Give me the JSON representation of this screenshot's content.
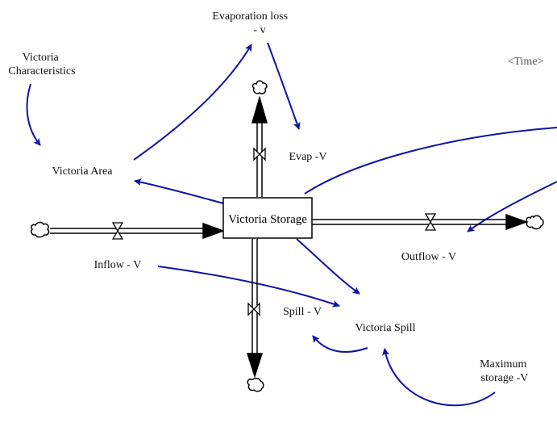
{
  "diagram": {
    "type": "stock-and-flow",
    "colors": {
      "link": "#0d14a8",
      "flow": "#000000",
      "stock_border": "#000000",
      "label": "#111111",
      "shadow_variable": "#555555"
    },
    "stock": {
      "id": "victoria_storage",
      "label": "Victoria Storage"
    },
    "flows": [
      {
        "id": "inflow",
        "label": "Inflow - V",
        "direction": "into-stock",
        "source": "cloud",
        "valve_icon": "valve-icon"
      },
      {
        "id": "evap",
        "label": "Evap -V",
        "direction": "out-of-stock",
        "sink": "cloud",
        "valve_icon": "valve-icon"
      },
      {
        "id": "outflow",
        "label": "Outflow - V",
        "direction": "out-of-stock",
        "sink": "cloud",
        "valve_icon": "valve-icon"
      },
      {
        "id": "spill",
        "label": "Spill - V",
        "direction": "out-of-stock",
        "sink": "cloud",
        "valve_icon": "valve-icon"
      }
    ],
    "variables": [
      {
        "id": "victoria_characteristics",
        "lines": [
          "Victoria",
          "Characteristics"
        ]
      },
      {
        "id": "evaporation_loss",
        "lines": [
          "Evaporation loss",
          "- v"
        ]
      },
      {
        "id": "victoria_area",
        "lines": [
          "Victoria Area"
        ]
      },
      {
        "id": "victoria_spill",
        "lines": [
          "Victoria Spill"
        ]
      },
      {
        "id": "maximum_storage",
        "lines": [
          "Maximum",
          "storage -V"
        ]
      },
      {
        "id": "time",
        "lines": [
          "<Time>"
        ],
        "shadow": true
      }
    ],
    "links": [
      {
        "from": "Victoria Characteristics",
        "to": "Victoria Area"
      },
      {
        "from": "Victoria Area",
        "to": "Evaporation loss - v"
      },
      {
        "from": "Evaporation loss - v",
        "to": "Evap -V"
      },
      {
        "from": "Victoria Storage",
        "to": "Victoria Area"
      },
      {
        "from": "Victoria Storage",
        "to": "Outflow - V"
      },
      {
        "from": "Victoria Storage",
        "to": "Victoria Spill"
      },
      {
        "from": "Inflow - V",
        "to": "Victoria Spill"
      },
      {
        "from": "Victoria Spill",
        "to": "Spill - V"
      },
      {
        "from": "Maximum storage -V",
        "to": "Victoria Spill"
      },
      {
        "from": "off-canvas (right)",
        "to": "Outflow - V"
      }
    ]
  }
}
